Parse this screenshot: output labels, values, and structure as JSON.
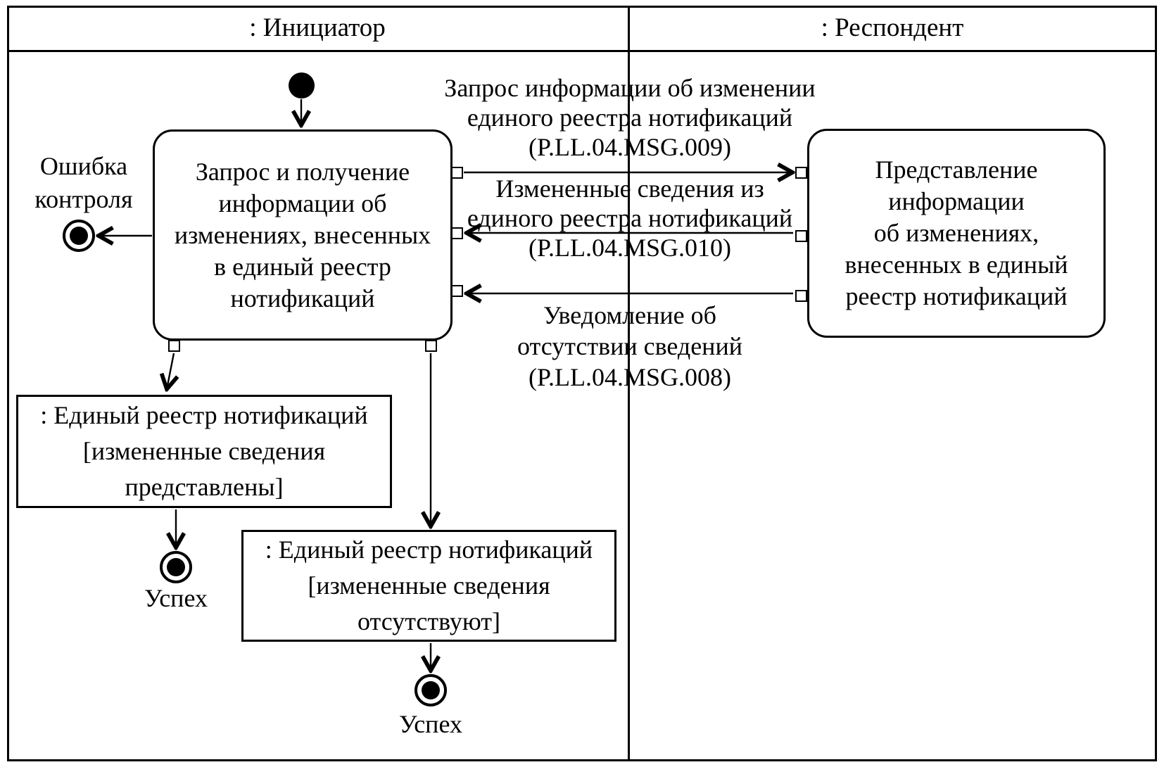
{
  "diagram": {
    "kind": "uml-activity-interaction-diagram",
    "colors": {
      "line": "#000000",
      "background": "#ffffff",
      "text": "#000000"
    },
    "lanes": [
      {
        "id": "initiator",
        "title": ": Инициатор"
      },
      {
        "id": "respondent",
        "title": ": Респондент"
      }
    ],
    "nodes": {
      "initiator_activity": {
        "label": "Запрос и получение\nинформации об\nизменениях, внесенных\nв единый реестр\nнотификаций"
      },
      "respondent_activity": {
        "label": "Представление\nинформации\nоб изменениях,\nвнесенных в единый\nреестр нотификаций"
      },
      "object_provided": {
        "label": ": Единый реестр нотификаций\n[измененные сведения\nпредставлены]"
      },
      "object_absent": {
        "label": ": Единый реестр нотификаций\n[измененные сведения\nотсутствуют]"
      },
      "error_final": {
        "label": "Ошибка\nконтроля"
      },
      "success_final_left": {
        "label": "Успех"
      },
      "success_final_center": {
        "label": "Успех"
      }
    },
    "messages": [
      {
        "id": "P.LL.04.MSG.009",
        "direction": "initiator-to-respondent",
        "label": "Запрос информации об изменении\nединого реестра нотификаций\n(P.LL.04.MSG.009)"
      },
      {
        "id": "P.LL.04.MSG.010",
        "direction": "respondent-to-initiator",
        "label": "Измененные сведения из\nединого реестра нотификаций\n(P.LL.04.MSG.010)"
      },
      {
        "id": "P.LL.04.MSG.008",
        "direction": "respondent-to-initiator",
        "label": "Уведомление об\nотсутствии сведений\n(P.LL.04.MSG.008)"
      }
    ]
  }
}
